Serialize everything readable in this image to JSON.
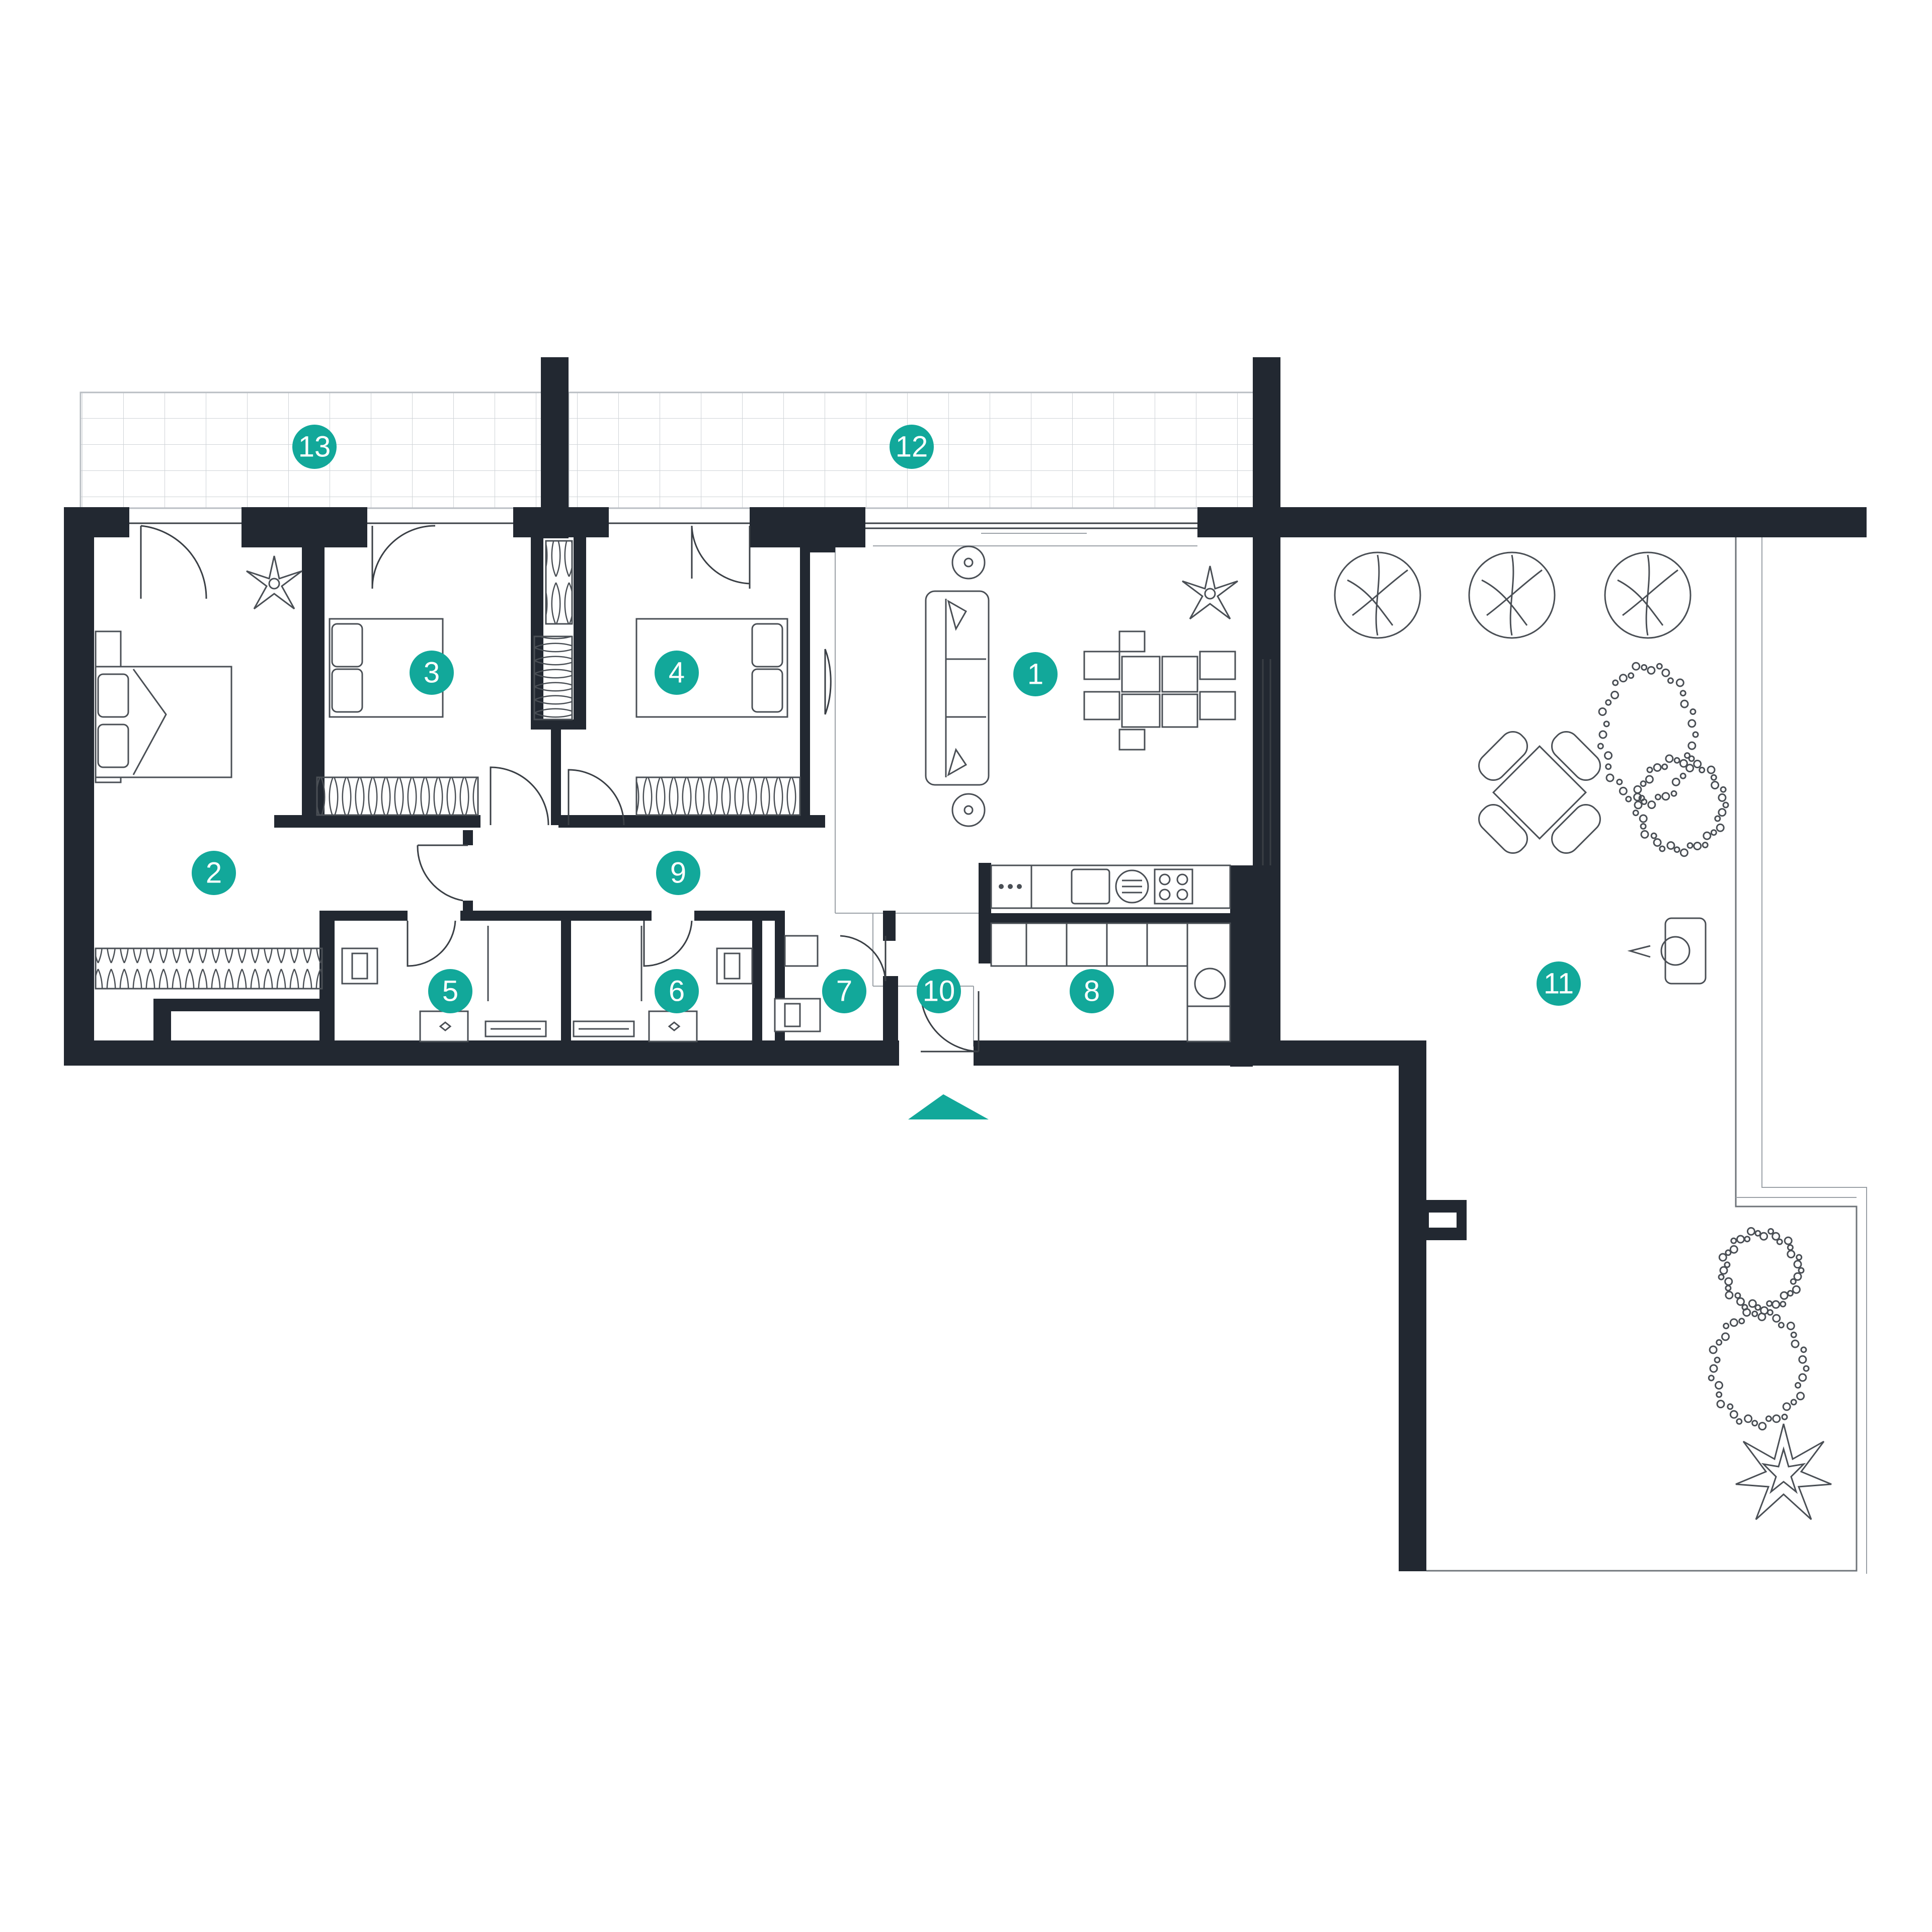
{
  "colors": {
    "accent": "#12a89a",
    "wall": "#222831",
    "background": "#ffffff"
  },
  "rooms": [
    {
      "id": "room-1",
      "label": "1"
    },
    {
      "id": "room-2",
      "label": "2"
    },
    {
      "id": "room-3",
      "label": "3"
    },
    {
      "id": "room-4",
      "label": "4"
    },
    {
      "id": "room-5",
      "label": "5"
    },
    {
      "id": "room-6",
      "label": "6"
    },
    {
      "id": "room-7",
      "label": "7"
    },
    {
      "id": "room-8",
      "label": "8"
    },
    {
      "id": "room-9",
      "label": "9"
    },
    {
      "id": "room-10",
      "label": "10"
    },
    {
      "id": "room-11",
      "label": "11"
    },
    {
      "id": "room-12",
      "label": "12"
    },
    {
      "id": "room-13",
      "label": "13"
    }
  ],
  "entrance": {
    "icon": "entrance-arrow-icon"
  }
}
